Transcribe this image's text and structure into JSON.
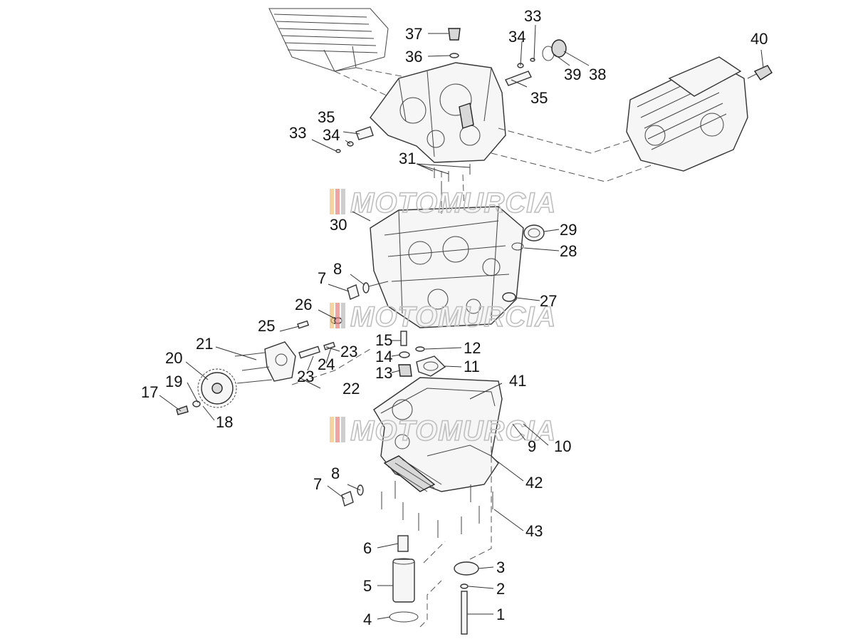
{
  "diagram": {
    "part_numbers": [
      "1",
      "2",
      "3",
      "4",
      "5",
      "6",
      "7",
      "8",
      "9",
      "10",
      "11",
      "12",
      "13",
      "14",
      "15",
      "17",
      "18",
      "19",
      "20",
      "21",
      "22",
      "23",
      "24",
      "25",
      "26",
      "27",
      "28",
      "29",
      "30",
      "31",
      "33",
      "34",
      "35",
      "36",
      "37",
      "38",
      "39",
      "40",
      "41",
      "42",
      "43"
    ]
  },
  "labels": {
    "l1": "1",
    "l2": "2",
    "l3": "3",
    "l4": "4",
    "l5": "5",
    "l6": "6",
    "l7a": "7",
    "l7b": "7",
    "l8a": "8",
    "l8b": "8",
    "l9": "9",
    "l10": "10",
    "l11": "11",
    "l12": "12",
    "l13": "13",
    "l14": "14",
    "l15": "15",
    "l17": "17",
    "l18": "18",
    "l19": "19",
    "l20": "20",
    "l21": "21",
    "l22": "22",
    "l23a": "23",
    "l23b": "23",
    "l24": "24",
    "l25": "25",
    "l26": "26",
    "l27": "27",
    "l28": "28",
    "l29": "29",
    "l30": "30",
    "l31": "31",
    "l33a": "33",
    "l33b": "33",
    "l34a": "34",
    "l34b": "34",
    "l35a": "35",
    "l35b": "35",
    "l36": "36",
    "l37": "37",
    "l38": "38",
    "l39": "39",
    "l40": "40",
    "l41": "41",
    "l42": "42",
    "l43": "43"
  },
  "watermark": {
    "text": "MOTOMURCIA",
    "colors": [
      "#f2c27a",
      "#e87e7e",
      "#b9b9b9"
    ]
  }
}
